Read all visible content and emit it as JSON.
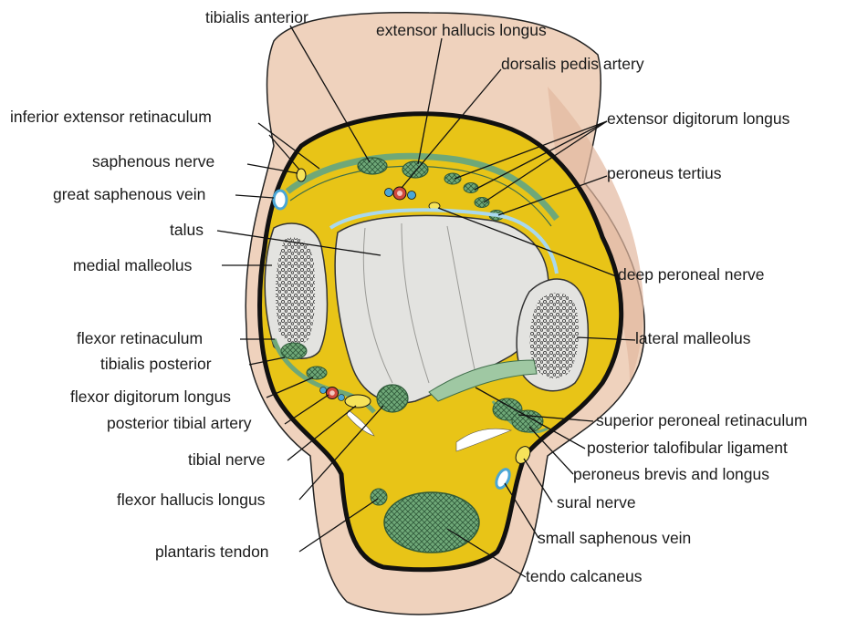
{
  "colors": {
    "skin": "#efd2bd",
    "skin_shade": "#e3b8a0",
    "fat": "#e8c417",
    "tendon": "#6fa878",
    "tendon_dark": "#3f6e4a",
    "bone": "#dededb",
    "bone_marrow": "#7a7a78",
    "artery": "#d24a3c",
    "vein": "#4aa6d6",
    "nerve": "#f6e35a",
    "outline": "#111111"
  },
  "labels": {
    "tibialis_anterior": "tibialis anterior",
    "extensor_hallucis_longus": "extensor hallucis longus",
    "dorsalis_pedis_artery": "dorsalis pedis artery",
    "inferior_extensor_retinaculum": "inferior extensor retinaculum",
    "extensor_digitorum_longus": "extensor digitorum longus",
    "saphenous_nerve": "saphenous nerve",
    "peroneus_tertius": "peroneus tertius",
    "great_saphenous_vein": "great saphenous vein",
    "talus": "talus",
    "medial_malleolus": "medial malleolus",
    "deep_peroneal_nerve": "deep peroneal nerve",
    "flexor_retinaculum": "flexor retinaculum",
    "lateral_malleolus": "lateral malleolus",
    "tibialis_posterior": "tibialis posterior",
    "flexor_digitorum_longus": "flexor digitorum longus",
    "superior_peroneal_retinaculum": "superior peroneal retinaculum",
    "posterior_tibial_artery": "posterior tibial artery",
    "posterior_talofibular_ligament": "posterior talofibular ligament",
    "tibial_nerve": "tibial nerve",
    "peroneus_brevis_and_longus": "peroneus brevis and longus",
    "flexor_hallucis_longus": "flexor hallucis longus",
    "sural_nerve": "sural nerve",
    "small_saphenous_vein": "small saphenous vein",
    "plantaris_tendon": "plantaris tendon",
    "tendo_calcaneus": "tendo calcaneus"
  }
}
